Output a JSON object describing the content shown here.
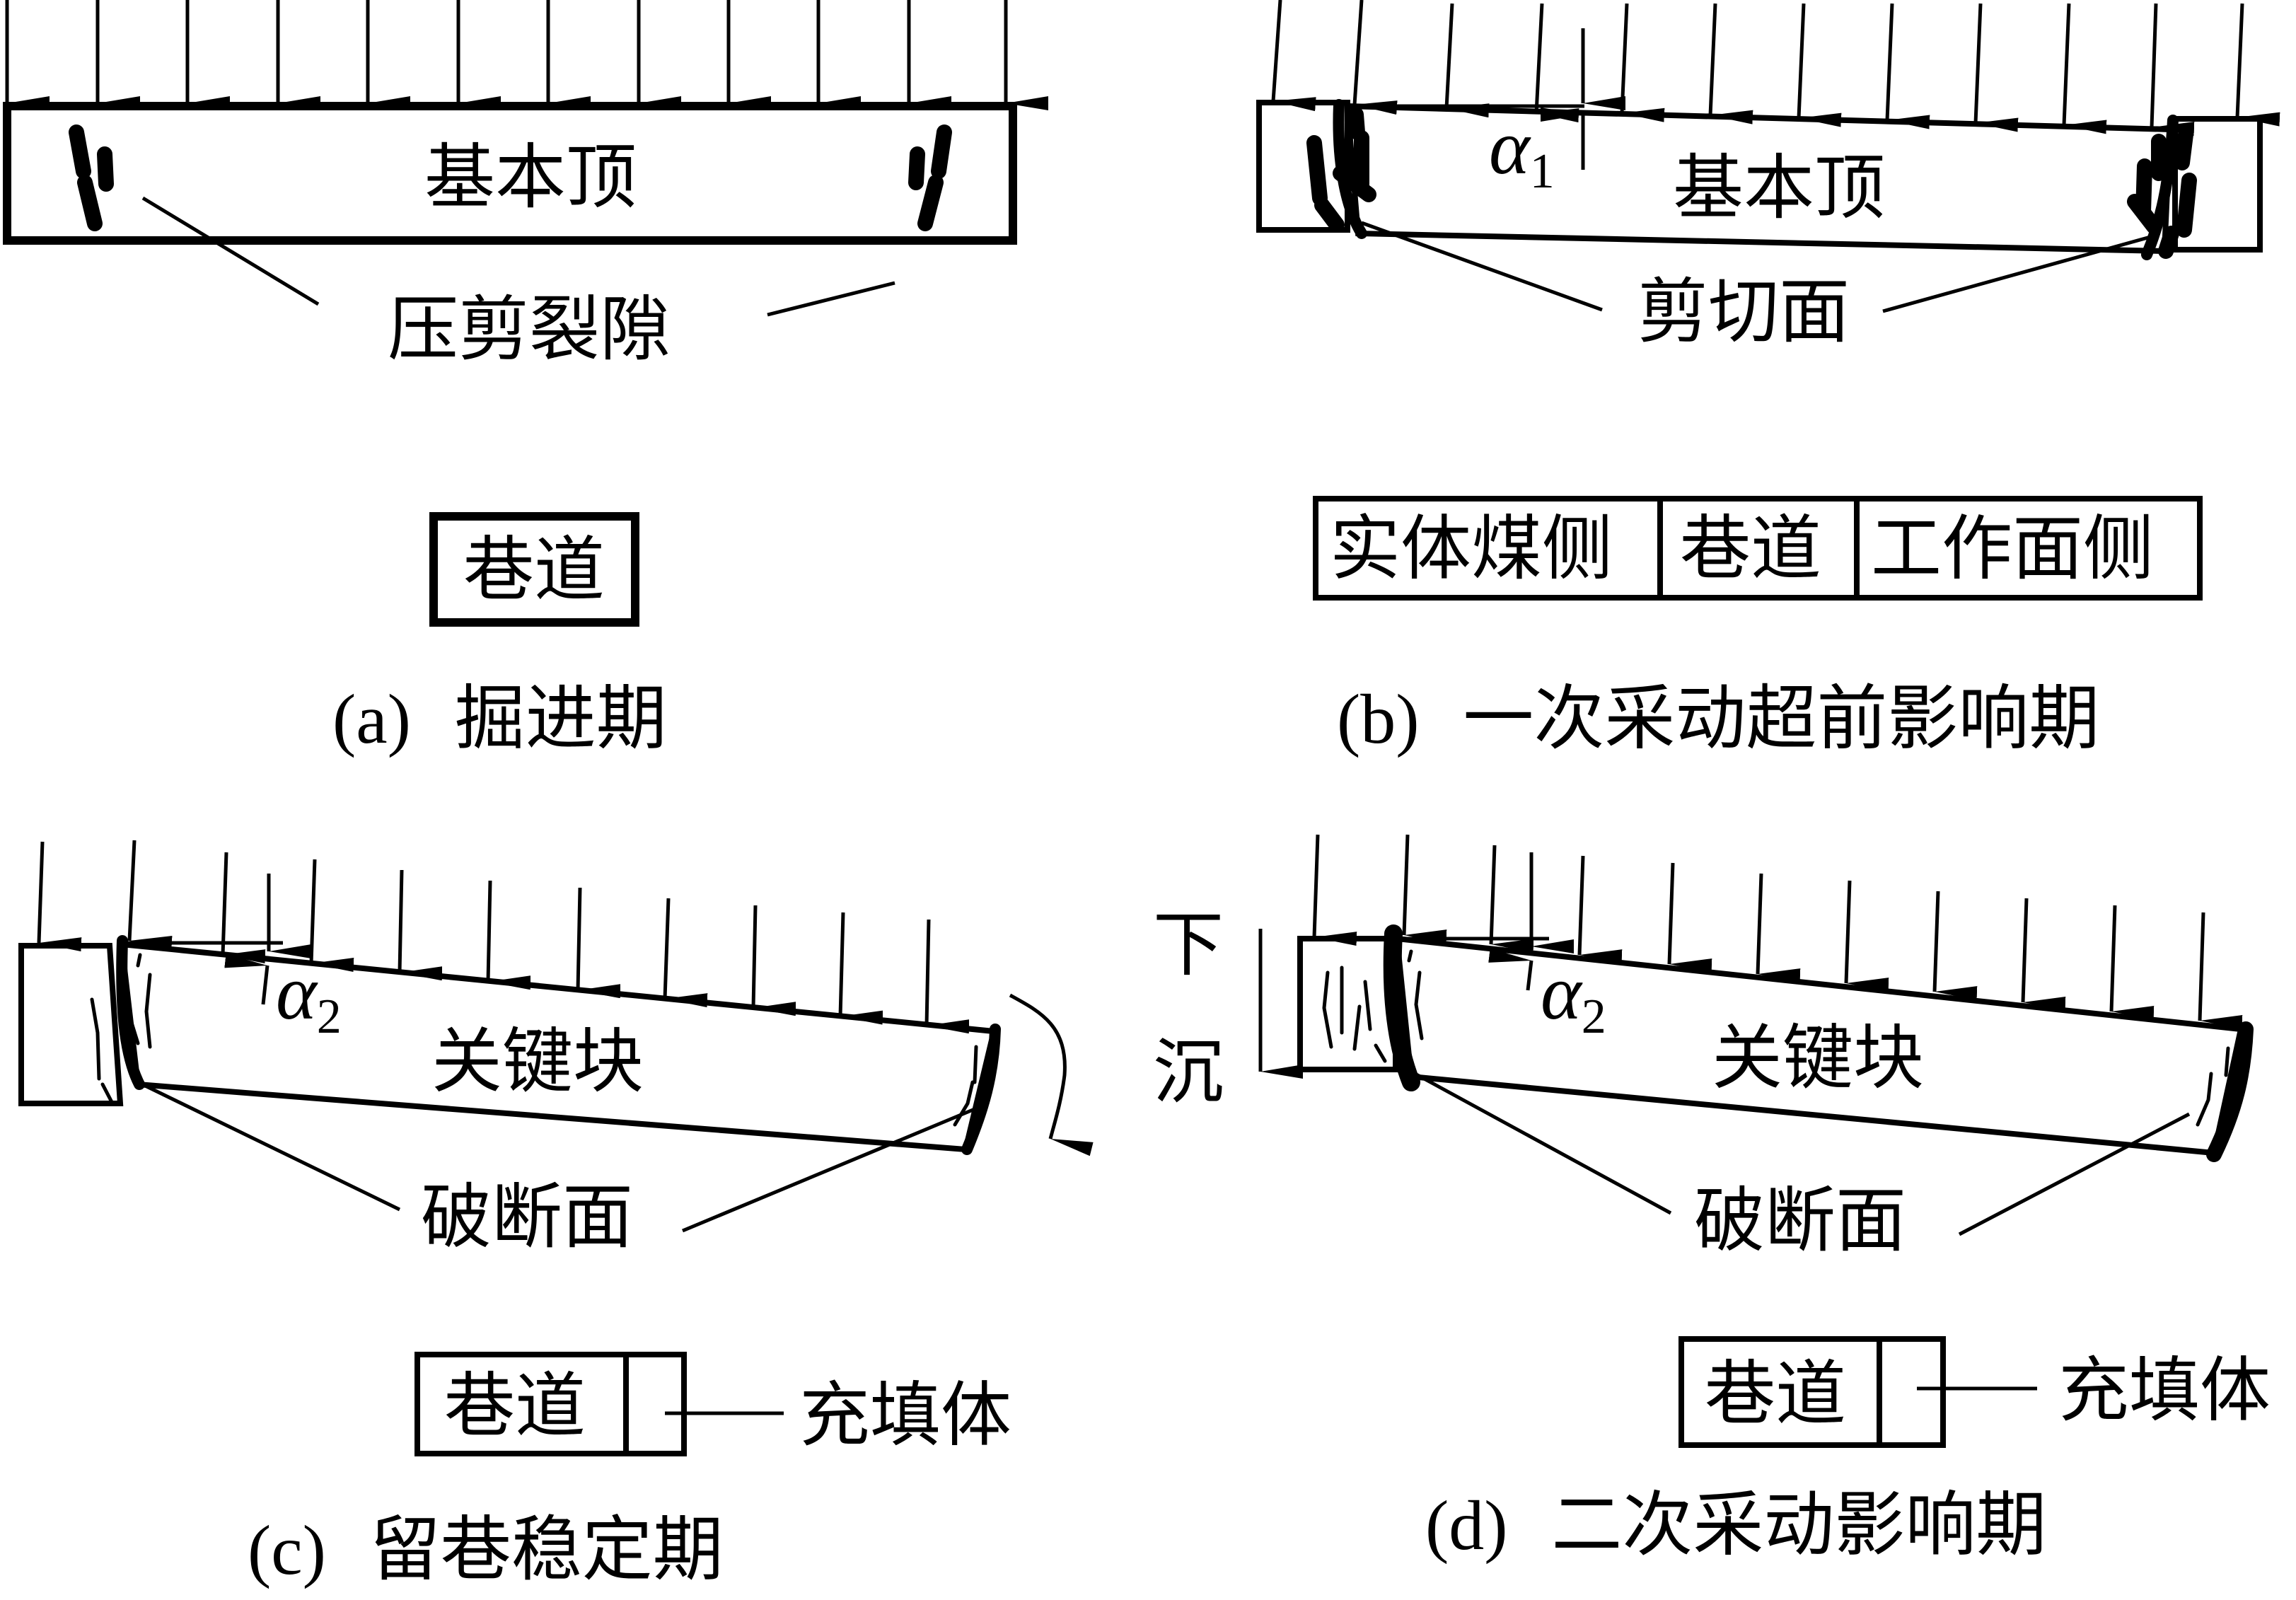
{
  "panels": {
    "a": {
      "caption_letter": "(a)",
      "caption_text": "掘进期",
      "block_label": "基本顶",
      "crack_label": "压剪裂隙",
      "tunnel_label": "巷道"
    },
    "b": {
      "caption_letter": "(b)",
      "caption_text": "一次采动超前影响期",
      "block_label": "基本顶",
      "angle_symbol": "α",
      "angle_subscript": "1",
      "shear_label": "剪切面",
      "strip_cells": [
        "实体煤侧",
        "巷道",
        "工作面侧"
      ]
    },
    "c": {
      "caption_letter": "(c)",
      "caption_text": "留巷稳定期",
      "block_label": "关键块",
      "angle_symbol": "α",
      "angle_subscript": "2",
      "fracture_label": "破断面",
      "tunnel_label": "巷道",
      "fill_label": "充填体"
    },
    "d": {
      "caption_letter": "(d)",
      "caption_text": "二次采动影响期",
      "block_label": "关键块",
      "angle_symbol": "α",
      "angle_subscript": "2",
      "fracture_label": "破断面",
      "subsidence_label_1": "下",
      "subsidence_label_2": "沉",
      "tunnel_label": "巷道",
      "fill_label": "充填体"
    }
  }
}
